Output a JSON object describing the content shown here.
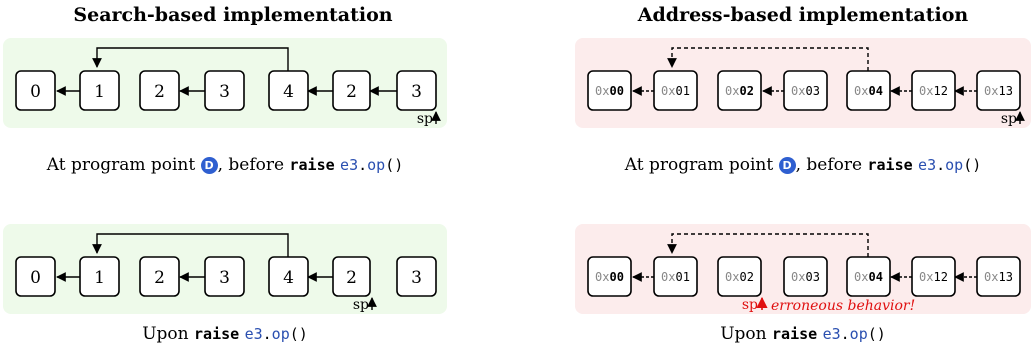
{
  "left": {
    "title": "Search-based implementation",
    "top_nodes": [
      "0",
      "1",
      "2",
      "3",
      "4",
      "2",
      "3"
    ],
    "bottom_nodes": [
      "0",
      "1",
      "2",
      "3",
      "4",
      "2",
      "3"
    ]
  },
  "right": {
    "title": "Address-based implementation",
    "top_nodes": [
      {
        "prefix": "0x",
        "hex": "00",
        "bold": true
      },
      {
        "prefix": "0x",
        "hex": "01",
        "bold": false
      },
      {
        "prefix": "0x",
        "hex": "02",
        "bold": true
      },
      {
        "prefix": "0x",
        "hex": "03",
        "bold": false
      },
      {
        "prefix": "0x",
        "hex": "04",
        "bold": true
      },
      {
        "prefix": "0x",
        "hex": "12",
        "bold": false
      },
      {
        "prefix": "0x",
        "hex": "13",
        "bold": false
      }
    ],
    "bottom_nodes": [
      {
        "prefix": "0x",
        "hex": "00",
        "bold": true
      },
      {
        "prefix": "0x",
        "hex": "01",
        "bold": false
      },
      {
        "prefix": "0x",
        "hex": "02",
        "bold": false
      },
      {
        "prefix": "0x",
        "hex": "03",
        "bold": false
      },
      {
        "prefix": "0x",
        "hex": "04",
        "bold": true
      },
      {
        "prefix": "0x",
        "hex": "12",
        "bold": false
      },
      {
        "prefix": "0x",
        "hex": "13",
        "bold": false
      }
    ],
    "error_label": "erroneous behavior!"
  },
  "sp_label": "sp",
  "captions": {
    "point_pre": "At program point",
    "badge": "D",
    "point_post": ", before",
    "upon": "Upon",
    "keyword": "raise",
    "code_obj": "e3",
    "code_dot": ".",
    "code_method": "op",
    "code_parens": "()"
  },
  "colors": {
    "green_panel": "#eefaea",
    "red_panel": "#fcecec",
    "badge": "#2f5fd0",
    "error": "#e01010",
    "code": "#2a4fb0"
  }
}
